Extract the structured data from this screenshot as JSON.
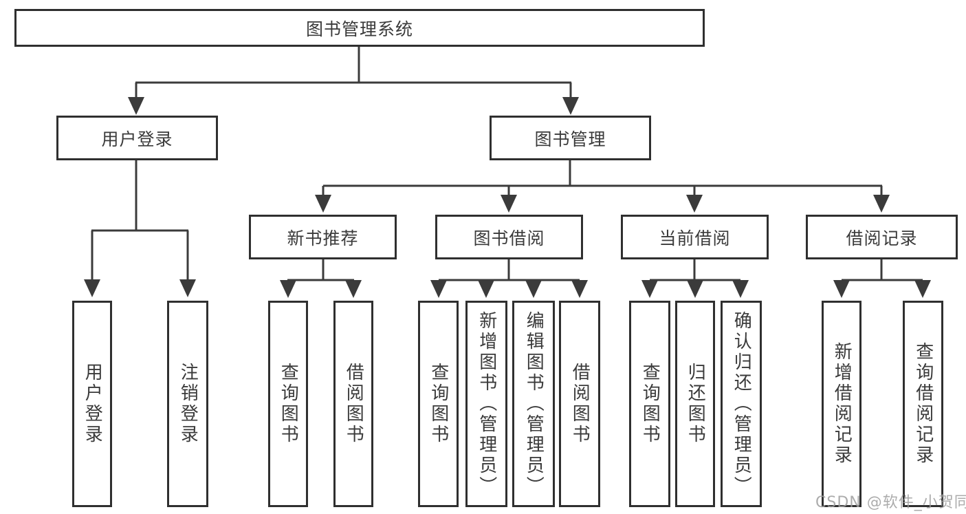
{
  "diagram": {
    "type": "tree",
    "root": {
      "id": "library-system",
      "label": "图书管理系统",
      "children": [
        {
          "id": "user-login-group",
          "label": "用户登录",
          "children": [
            {
              "id": "user-login",
              "label": "用户登录"
            },
            {
              "id": "logout",
              "label": "注销登录"
            }
          ]
        },
        {
          "id": "book-management",
          "label": "图书管理",
          "children": [
            {
              "id": "new-book-recommend",
              "label": "新书推荐",
              "children": [
                {
                  "id": "query-books-a",
                  "label": "查询图书"
                },
                {
                  "id": "borrow-books-a",
                  "label": "借阅图书"
                }
              ]
            },
            {
              "id": "book-borrowing",
              "label": "图书借阅",
              "children": [
                {
                  "id": "query-books-b",
                  "label": "查询图书"
                },
                {
                  "id": "add-book-admin",
                  "label": "新增图书（管理员）"
                },
                {
                  "id": "edit-book-admin",
                  "label": "编辑图书（管理员）"
                },
                {
                  "id": "borrow-books-b",
                  "label": "借阅图书"
                }
              ]
            },
            {
              "id": "current-borrowing",
              "label": "当前借阅",
              "children": [
                {
                  "id": "query-books-c",
                  "label": "查询图书"
                },
                {
                  "id": "return-book",
                  "label": "归还图书"
                },
                {
                  "id": "confirm-return-admin",
                  "label": "确认归还（管理员）"
                }
              ]
            },
            {
              "id": "borrow-records",
              "label": "借阅记录",
              "children": [
                {
                  "id": "add-borrow-record",
                  "label": "新增借阅记录"
                },
                {
                  "id": "query-borrow-record",
                  "label": "查询借阅记录"
                }
              ]
            }
          ]
        }
      ]
    }
  },
  "watermark": {
    "text": "CSDN @软件_小贺同学",
    "color": "#9e9e9e"
  },
  "colors": {
    "box_border": "#2f2f2f",
    "connector_line": "#3b3b3b",
    "text": "#3a3a3a",
    "background": "#ffffff"
  }
}
